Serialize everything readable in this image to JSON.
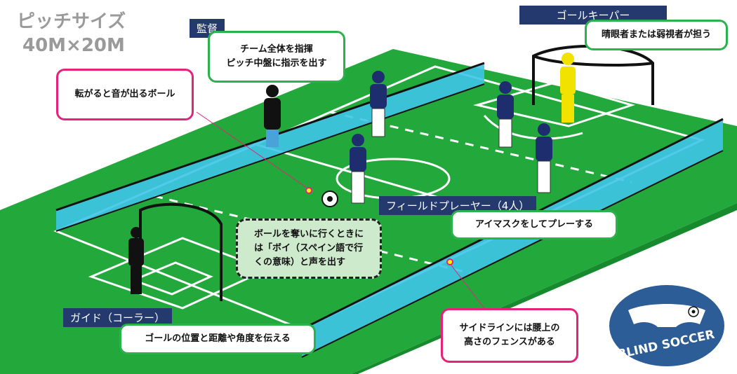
{
  "title": {
    "line1": "ピッチサイズ",
    "line2": "40M×20M"
  },
  "tags": {
    "director": "監督",
    "goalkeeper": "ゴールキーパー",
    "field_players": "フィールドプレーヤー（4人）",
    "guide": "ガイド（コーラー）"
  },
  "callouts": {
    "director": "チーム全体を指揮\nピッチ中盤に指示を出す",
    "goalkeeper": "晴眼者または弱視者が担う",
    "ball": "転がると音が出るボール",
    "field_players": "アイマスクをしてプレーする",
    "voy": "ボールを奪いに行くときに\nは「ボイ（スペイン語で行\nくの意味）と声を出す",
    "guide": "ゴールの位置と距離や角度を伝える",
    "fence": "サイドラインには腰上の\n高さのフェンスがある"
  },
  "logo": {
    "text": "BLIND SOCCER"
  },
  "colors": {
    "pitch": "#20a83a",
    "pitch_dark": "#178a2e",
    "fence": "#3fc4e8",
    "tag_bg": "#243a6e",
    "callout_green": "#2bb24c",
    "callout_pink": "#e6237a",
    "logo_bg": "#2c5d96",
    "keeper_kit": "#f2e200",
    "player_kit": "#1e2d6e"
  }
}
